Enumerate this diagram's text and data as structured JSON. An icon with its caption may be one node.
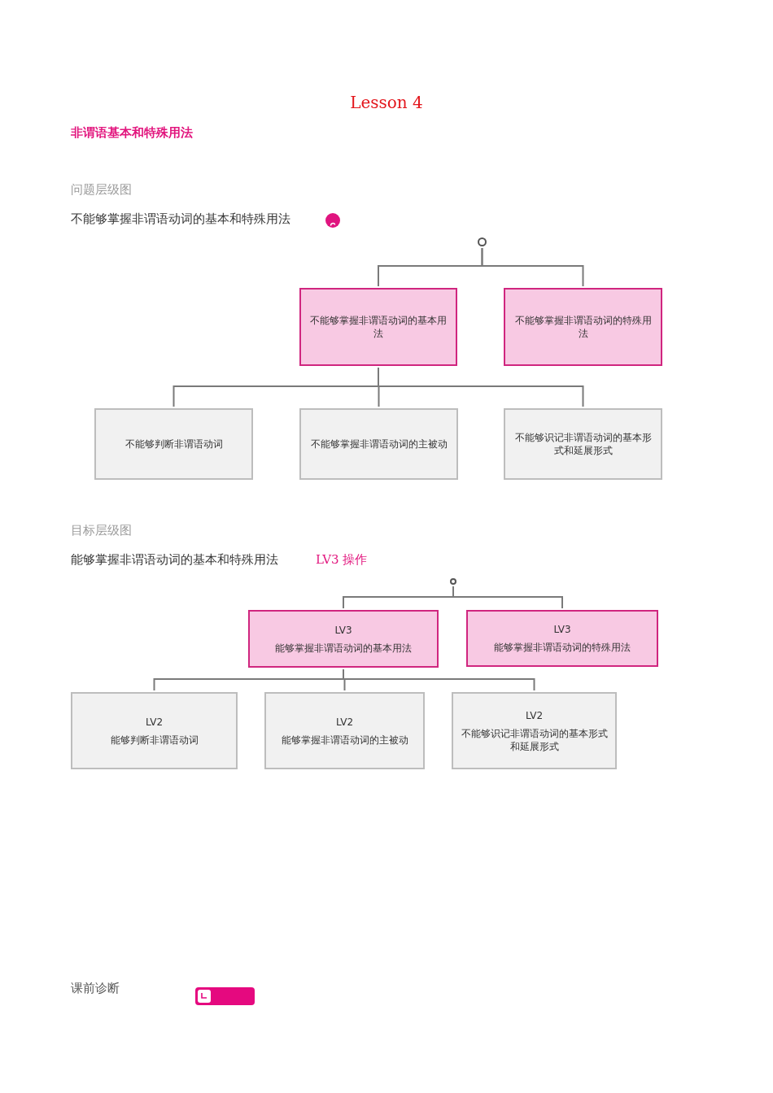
{
  "diagram": {
    "title": "Lesson 4",
    "nodes": [
      {
        "text": [],
        "shape": "circle"
      },
      {
        "text": [
          "不能够掌握非谓语动词的基本用法"
        ]
      },
      {
        "text": [
          "不能够掌握非谓语动词的特殊用法"
        ]
      },
      {
        "text": [
          "不能够判断非谓语动词"
        ]
      },
      {
        "text": [
          "不能够掌握非谓语动词的主被动"
        ]
      },
      {
        "text": [
          "不能够识记非谓语动词的基本形式和延展形式"
        ]
      },
      {
        "text": [],
        "shape": "circle"
      },
      {
        "text": [
          "LV3",
          "能够掌握非谓语动词的基本用法"
        ]
      },
      {
        "text": [
          "LV3",
          "能够掌握非谓语动词的特殊用法"
        ]
      },
      {
        "text": [
          "LV2",
          "能够判断非谓语动词"
        ]
      },
      {
        "text": [
          "LV2",
          "能够掌握非谓语动词的主被动"
        ]
      },
      {
        "text": [
          "LV2",
          "不能够识记非谓语动词的基本形式和延展形式"
        ]
      }
    ],
    "edges": [
      {
        "from": 0,
        "to": 1,
        "arrow": "none"
      },
      {
        "from": 0,
        "to": 2,
        "arrow": "none"
      },
      {
        "from": 1,
        "to": 3,
        "arrow": "none"
      },
      {
        "from": 1,
        "to": 4,
        "arrow": "none"
      },
      {
        "from": 1,
        "to": 5,
        "arrow": "none"
      },
      {
        "from": 6,
        "to": 7,
        "arrow": "none"
      },
      {
        "from": 6,
        "to": 8,
        "arrow": "none"
      },
      {
        "from": 7,
        "to": 9,
        "arrow": "none"
      },
      {
        "from": 7,
        "to": 10,
        "arrow": "none"
      },
      {
        "from": 7,
        "to": 11,
        "arrow": "none"
      }
    ],
    "labels": [
      "非谓语基本和特殊用法",
      "问题层级图",
      "不能够掌握非谓语动词的基本和特殊用法",
      "目标层级图",
      "能够掌握非谓语动词的基本和特殊用法",
      "LV3 操作",
      "课前诊断"
    ]
  }
}
